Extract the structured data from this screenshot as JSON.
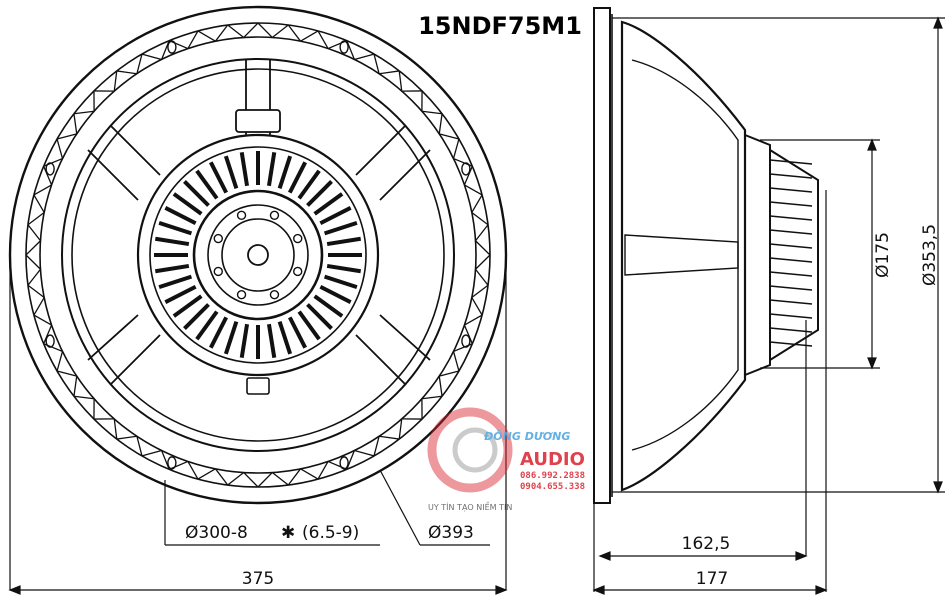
{
  "title": "15NDF75M1",
  "dimensions": {
    "mounting_holes": "Ø300-8",
    "mounting_holes_size": "(6.5-9)",
    "outer_diameter": "Ø393",
    "front_width": "375",
    "magnet_diameter": "Ø175",
    "frame_diameter": "Ø353,5",
    "depth_inner": "162,5",
    "depth_total": "177"
  },
  "watermark": {
    "brand": "ĐÔNG DƯƠNG",
    "brand_sub": "AUDIO",
    "phone_1": "086.992.2838",
    "phone_2": "0904.655.338",
    "slogan": "UY TÍN TẠO NIỀM TIN"
  },
  "colors": {
    "line": "#111111",
    "watermark_red": "#d9232e",
    "watermark_blue": "#4aa3df"
  }
}
